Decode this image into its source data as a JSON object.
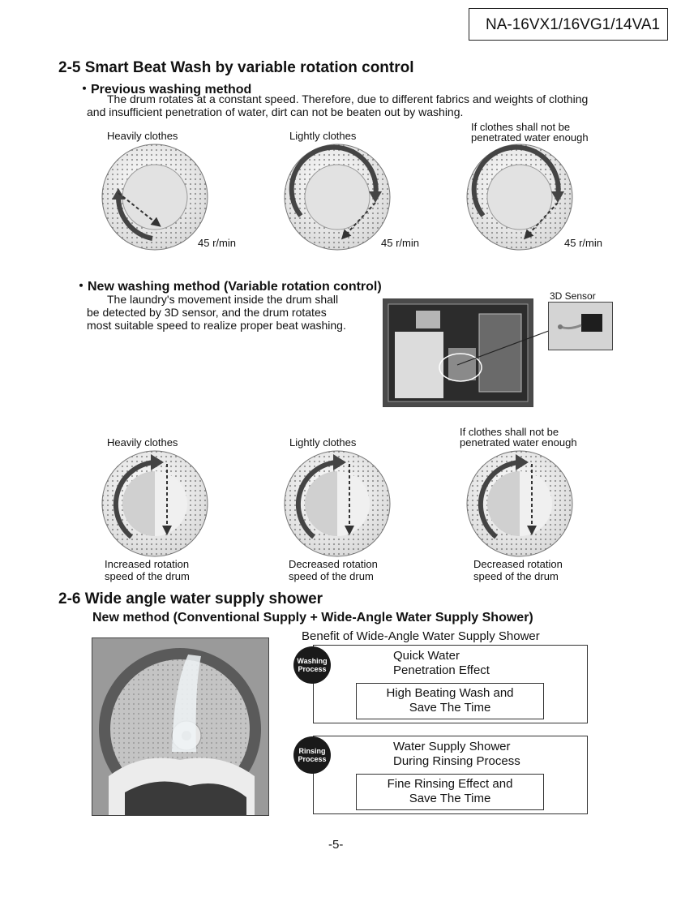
{
  "header": {
    "model": "NA-16VX1/16VG1/14VA1"
  },
  "section_2_5": {
    "title": "2-5  Smart Beat Wash by variable rotation control",
    "previous": {
      "heading": "・Previous washing method",
      "line1": "The drum rotates at a constant speed. Therefore, due to different fabrics and weights of clothing",
      "line2": "and insufficient penetration of water, dirt can not  be beaten out by washing.",
      "labels": [
        "Heavily clothes",
        "Lightly clothes",
        "If clothes shall not be",
        "penetrated water enough"
      ],
      "speeds": [
        "45 r/min",
        "45 r/min",
        "45 r/min"
      ]
    },
    "new": {
      "heading": "・New washing method (Variable rotation control)",
      "line1": "The laundry's movement inside the drum shall",
      "line2": "be detected by 3D sensor, and the drum rotates",
      "line3": "most suitable speed to realize proper beat washing.",
      "sensor_label": "3D Sensor",
      "labels": [
        "Heavily clothes",
        "Lightly clothes",
        "If clothes shall not be",
        "penetrated water enough"
      ],
      "captions": [
        [
          "Increased rotation",
          "speed of the drum"
        ],
        [
          "Decreased rotation",
          "speed of the drum"
        ],
        [
          "Decreased rotation",
          "speed of the drum"
        ]
      ]
    }
  },
  "section_2_6": {
    "title": "2-6  Wide angle water supply shower",
    "subtitle": "New method (Conventional Supply + Wide-Angle Water Supply Shower)",
    "benefit_title": "Benefit of Wide-Angle Water Supply Shower",
    "washing": {
      "badge1": "Washing",
      "badge2": "Process",
      "effect1": "Quick Water",
      "effect2": "Penetration Effect",
      "result1": "High Beating Wash and",
      "result2": "Save The Time"
    },
    "rinsing": {
      "badge1": "Rinsing",
      "badge2": "Process",
      "effect1": "Water Supply Shower",
      "effect2": "During Rinsing Process",
      "result1": "Fine Rinsing Effect and",
      "result2": "Save The Time"
    }
  },
  "footer": {
    "page": "-5-"
  }
}
